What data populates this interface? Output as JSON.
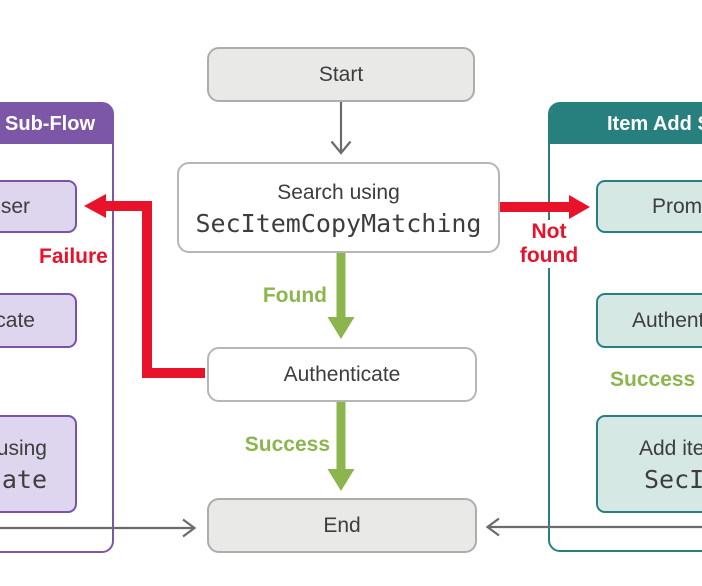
{
  "figure": {
    "type": "flowchart",
    "description_text": ""
  },
  "colors": {
    "purple_accent": "#7d57a7",
    "purple_box_fill": "#ddd6ee",
    "teal_accent": "#27807d",
    "teal_box_fill": "#d6e8e4",
    "red_arrow": "#e8132b",
    "green_arrow": "#8cb64d",
    "gray_node_fill": "#e9e9e8",
    "gray_connector": "#6b6b6b",
    "text": "#3d3d3d"
  },
  "flow": {
    "start": "Start",
    "search_line1": "Search using",
    "search_line2": "SecItemCopyMatching",
    "authenticate": "Authenticate",
    "end": "End"
  },
  "edge_labels": {
    "found": "Found",
    "success": "Success",
    "failure": "Failure",
    "not_found_line1": "Not",
    "not_found_line2": "found",
    "add_success": "Success"
  },
  "left_panel": {
    "title": "Item Update Sub-Flow",
    "boxes": [
      {
        "label": "Prompt user"
      },
      {
        "label": "Authenticate"
      },
      {
        "line1": "Update using",
        "line2": "SecItemUpdate"
      }
    ]
  },
  "right_panel": {
    "title": "Item Add Sub-Flow",
    "boxes": [
      {
        "label": "Prompt user"
      },
      {
        "label": "Authenticate"
      },
      {
        "line1": "Add item using",
        "line2": "SecItemAdd"
      }
    ]
  }
}
